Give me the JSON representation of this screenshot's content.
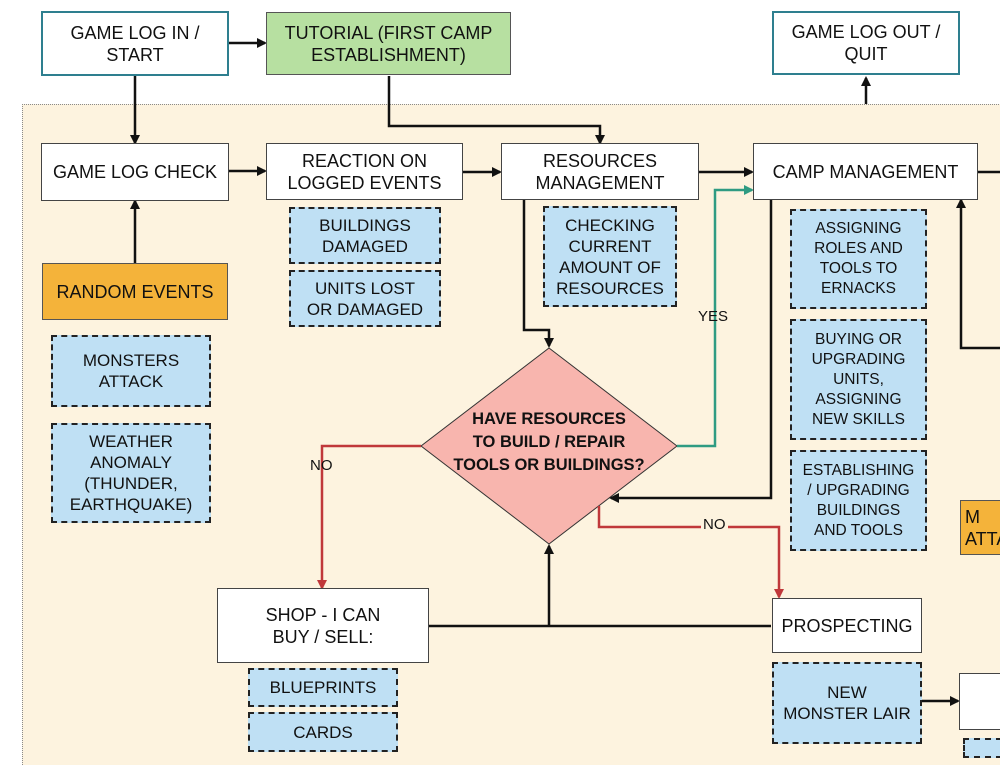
{
  "nodes": {
    "login": "GAME LOG IN /\nSTART",
    "tutorial": "TUTORIAL (FIRST CAMP\nESTABLISHMENT)",
    "logout": "GAME LOG OUT /\nQUIT",
    "logcheck": "GAME LOG CHECK",
    "reaction": "REACTION ON\nLOGGED EVENTS",
    "resources": "RESOURCES\nMANAGEMENT",
    "camp": "CAMP MANAGEMENT",
    "random": "RANDOM EVENTS",
    "decision": "HAVE RESOURCES\nTO   BUILD / REPAIR\nTOOLS OR BUILDINGS?",
    "shop": "SHOP - I CAN\nBUY / SELL:",
    "prospecting": "PROSPECTING",
    "right_orange": "M\nATTA"
  },
  "notes": {
    "buildings_damaged": "BUILDINGS\nDAMAGED",
    "units_lost": "UNITS LOST\nOR DAMAGED",
    "checking": "CHECKING\nCURRENT\nAMOUNT OF\nRESOURCES",
    "monsters": "MONSTERS\nATTACK",
    "weather": "WEATHER\nANOMALY\n(THUNDER,\nEARTHQUAKE)",
    "assigning": "ASSIGNING\nROLES AND\nTOOLS TO\nERNACKS",
    "buying": "BUYING OR\nUPGRADING\nUNITS,\nASSIGNING\nNEW SKILLS",
    "establishing": "ESTABLISHING\n/ UPGRADING\nBUILDINGS\nAND TOOLS",
    "blueprints": "BLUEPRINTS",
    "cards": "CARDS",
    "lair": "NEW\nMONSTER LAIR"
  },
  "labels": {
    "yes": "YES",
    "no_left": "NO",
    "no_bottom": "NO"
  },
  "colors": {
    "teal": "#2e7f8f",
    "green": "#b7e0a1",
    "orange": "#f4b33a",
    "note": "#bfe0f4",
    "decision": "#f8b5ae",
    "no_arrow": "#c0383a",
    "yes_arrow": "#2f9b82",
    "background": "#fdf3df"
  }
}
